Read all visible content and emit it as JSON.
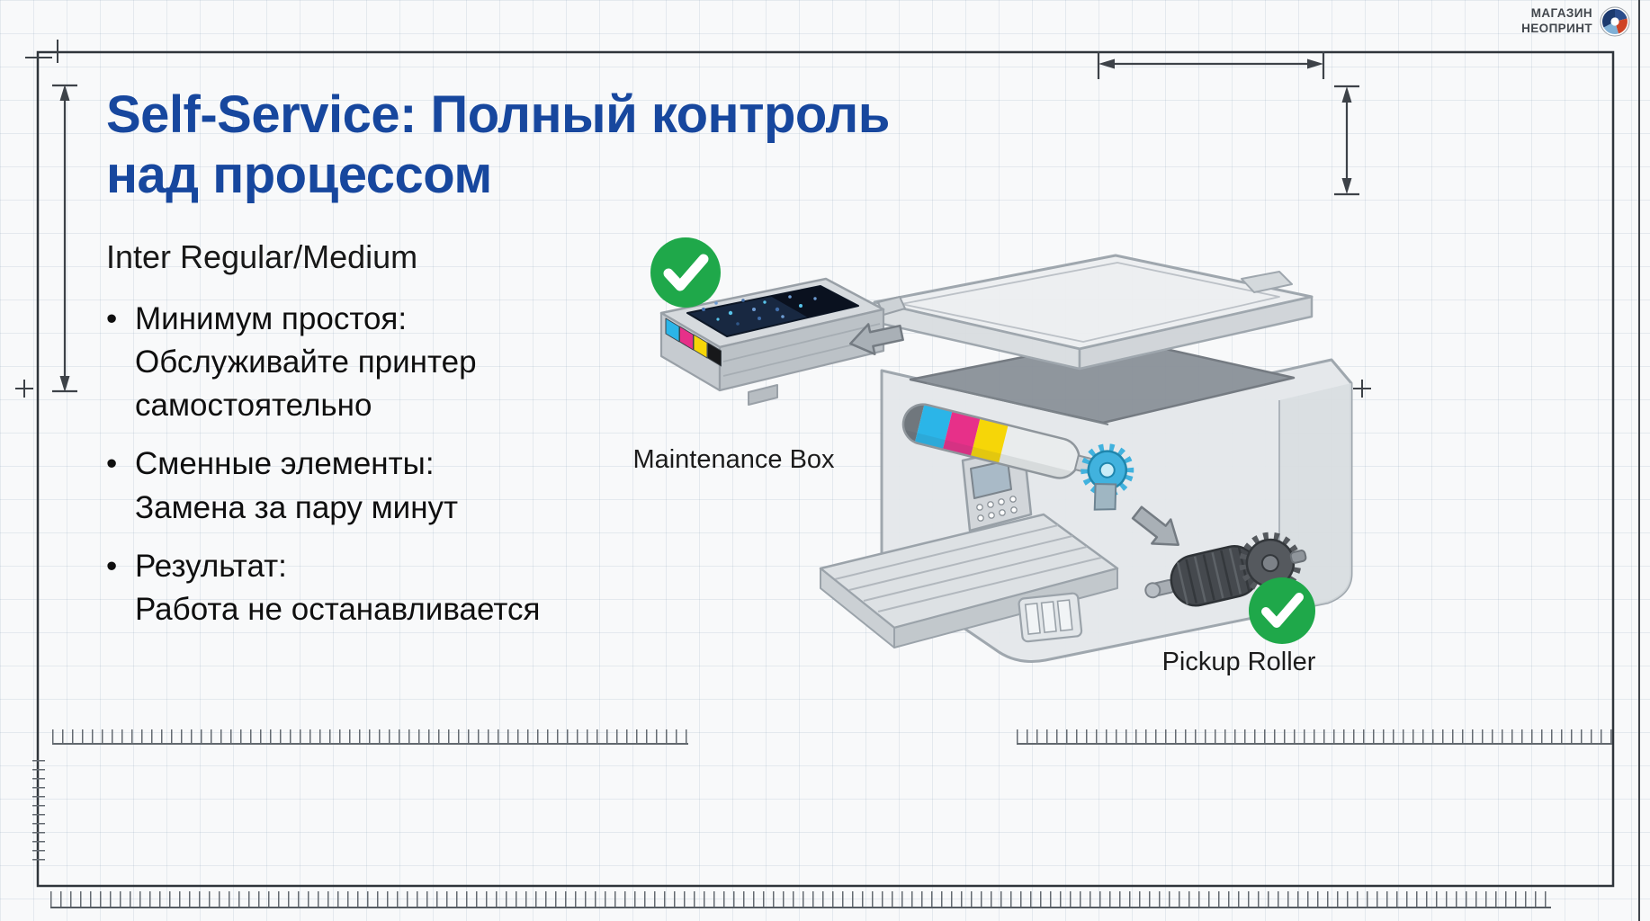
{
  "slide": {
    "title": {
      "line1": "Self-Service: Полный контроль",
      "line2": "над процессом"
    },
    "subtitle": "Inter Regular/Medium",
    "bullets": [
      {
        "lines": [
          "Минимум простоя:",
          "Обслуживайте принтер",
          "самостоятельно"
        ]
      },
      {
        "lines": [
          "Сменные элементы:",
          "Замена за пару минут"
        ]
      },
      {
        "lines": [
          "Результат:",
          "Работа не останавливается"
        ]
      }
    ]
  },
  "illustration": {
    "maintenance_box_label": "Maintenance Box",
    "pickup_roller_label": "Pickup Roller",
    "icons": [
      "check-icon",
      "check-icon",
      "arrow-icon",
      "arrow-icon",
      "gear-icon"
    ]
  },
  "brand": {
    "line1": "МАГАЗИН",
    "line2": "НЕОПРИНТ"
  },
  "colors": {
    "title_blue": "#17479E",
    "check_green": "#1FA84A",
    "cyan": "#2BB5E8",
    "magenta": "#E73089",
    "yellow": "#F6D608",
    "ink_black": "#17181A",
    "arrow_gray": "#A9B0B6"
  }
}
